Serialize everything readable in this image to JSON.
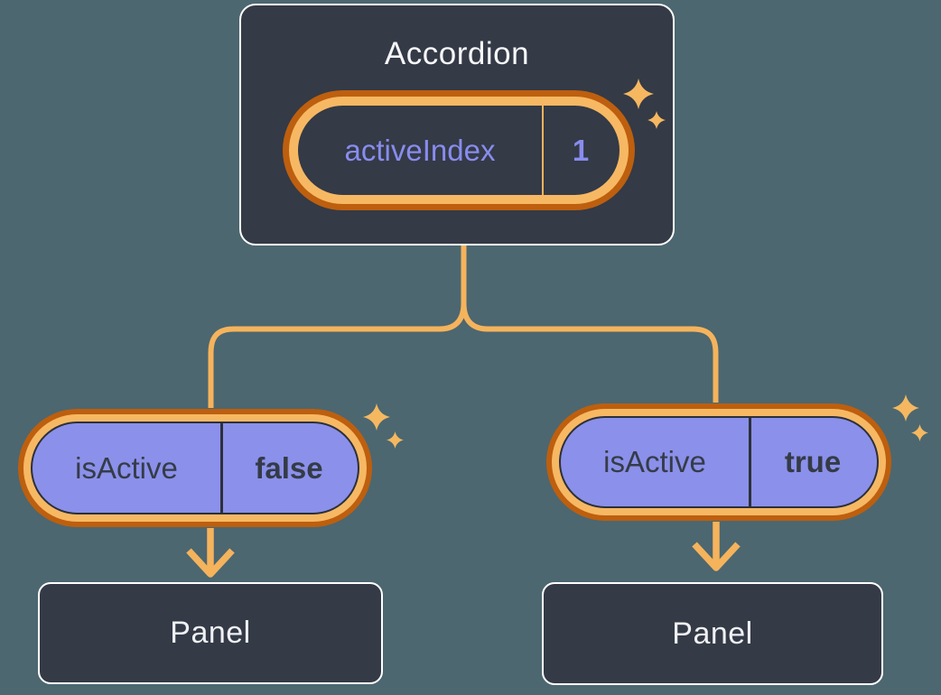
{
  "diagram": {
    "root": {
      "title": "Accordion",
      "state": {
        "name": "activeIndex",
        "value": "1"
      }
    },
    "children": [
      {
        "prop": {
          "name": "isActive",
          "value": "false"
        },
        "panel": "Panel"
      },
      {
        "prop": {
          "name": "isActive",
          "value": "true"
        },
        "panel": "Panel"
      }
    ]
  },
  "colors": {
    "background": "#4c6770",
    "card_fill": "#343a46",
    "card_border": "#ffffff",
    "pill_purple": "#8b90ea",
    "pill_dark_outline": "#2b303a",
    "ring_light_orange": "#f7b863",
    "ring_dark_orange": "#bd5f0e",
    "connector_orange": "#f5b35c",
    "sparkle_orange": "#f5b860",
    "purple_text": "#888cee",
    "dark_text": "#343b47",
    "light_text": "#f5f6f8"
  },
  "icons": {
    "sparkle": "sparkle-icon"
  }
}
